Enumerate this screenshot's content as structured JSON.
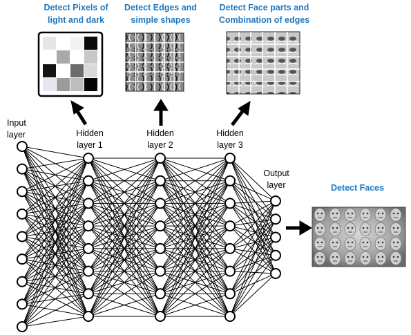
{
  "captions": {
    "pixels": "Detect Pixels of\nlight and dark",
    "edges": "Detect Edges and\nsimple shapes",
    "parts": "Detect Face parts and\nCombination of edges",
    "faces": "Detect Faces"
  },
  "layers": {
    "input": "Input\nlayer",
    "hidden1": "Hidden\nlayer 1",
    "hidden2": "Hidden\nlayer 2",
    "hidden3": "Hidden\nlayer 3",
    "output": "Output\nlayer"
  },
  "network": {
    "layer_sizes": [
      9,
      8,
      8,
      8,
      5
    ]
  },
  "pixel_grid_shades": [
    "#e6e6e6",
    "#ffffff",
    "#f2f2f2",
    "#0a0a0a",
    "#ffffff",
    "#a9a9a9",
    "#ffffff",
    "#c8c8c8",
    "#141414",
    "#ffffff",
    "#6c6c6c",
    "#d9d9d9",
    "#e6e6f2",
    "#9b9b9b",
    "#bdbdbd",
    "#050505"
  ],
  "colors": {
    "caption": "#1f78c1",
    "line": "#000000"
  }
}
